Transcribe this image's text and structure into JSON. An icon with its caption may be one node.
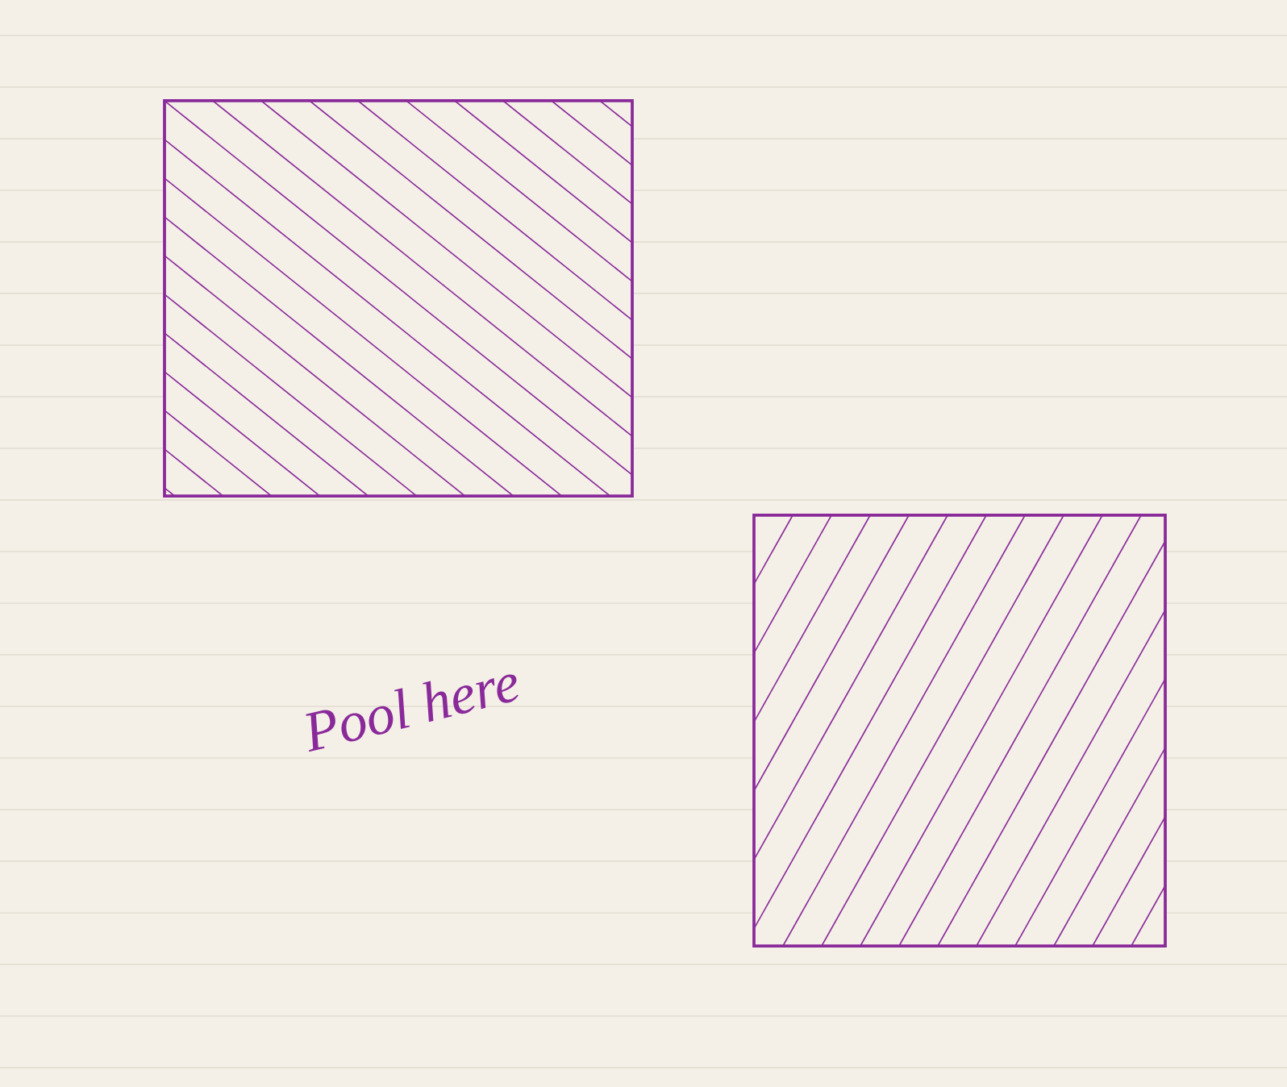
{
  "diagram": {
    "nodes": [
      {
        "text": [],
        "shape": "box"
      },
      {
        "text": [],
        "shape": "box"
      }
    ],
    "edges": [],
    "labels": [
      "Pool here"
    ]
  }
}
